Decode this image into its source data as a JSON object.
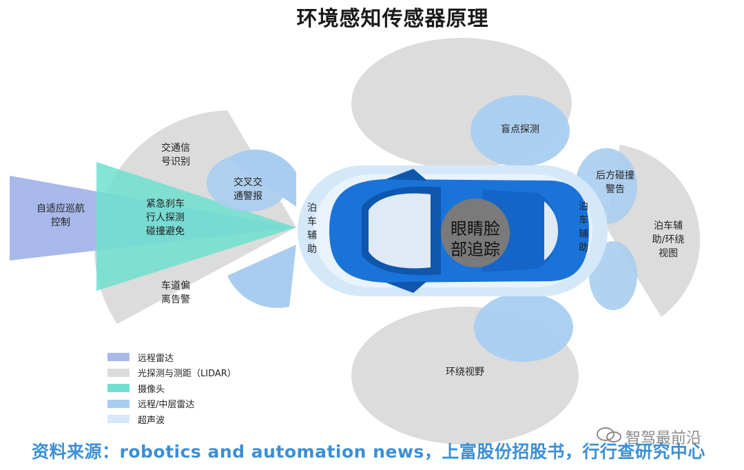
{
  "title": "环境感知传感器原理",
  "labels": {
    "acc": "自适应巡航\n控制",
    "traffic_sign": "交通信\n号识别",
    "emergency": "紧急刹车\n行人探测\n碰撞避免",
    "cross_traffic": "交叉交\n通警报",
    "lane_departure": "车道偏\n离告警",
    "park_front": "泊\n车\n辅\n助",
    "blind_spot": "盲点探测",
    "face_tracking": "眼睛脸\n部追踪",
    "rear_collision": "后方碰撞\n警告",
    "park_rear": "泊\n车\n辅\n助",
    "park_surround": "泊车辅\n助/环绕\n视图",
    "surround_view": "环绕视野"
  },
  "legend": [
    {
      "label": "远程雷达",
      "color": "#a9b8ea"
    },
    {
      "label": "光探测与测距（LIDAR）",
      "color": "#dcdcdc"
    },
    {
      "label": "摄像头",
      "color": "#6fe0cf"
    },
    {
      "label": "远程/中层雷达",
      "color": "#a8cdf0"
    },
    {
      "label": "超声波",
      "color": "#d4e8fa"
    }
  ],
  "source": "资料来源：robotics and automation news，上富股份招股书，行行查研究中心",
  "watermark": "智驾最前沿"
}
